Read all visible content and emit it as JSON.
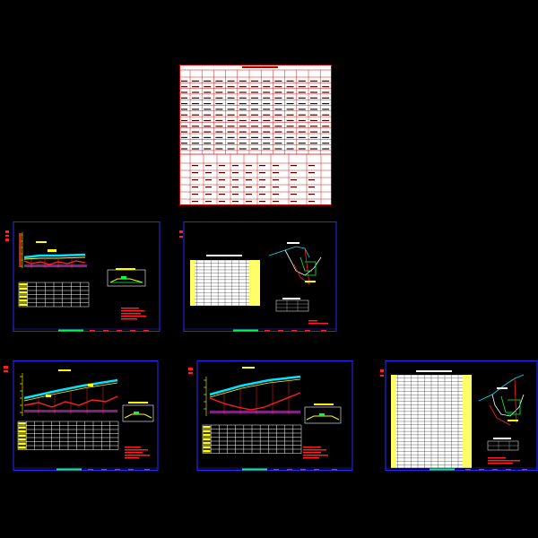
{
  "viewer": {
    "background": "#000000"
  },
  "colors": {
    "frame_blue": "#2a2aff",
    "red": "#ff2020",
    "yellow": "#ffff00",
    "cyan": "#00e5ff",
    "green": "#00ff40",
    "white": "#ffffff",
    "magenta": "#ff40ff",
    "table_red": "#d00000"
  },
  "sheets": [
    {
      "id": "summary-table"
    },
    {
      "id": "profile-sheet-1"
    },
    {
      "id": "section-sheet-1"
    },
    {
      "id": "profile-sheet-2"
    },
    {
      "id": "profile-sheet-3"
    },
    {
      "id": "section-sheet-2"
    }
  ]
}
